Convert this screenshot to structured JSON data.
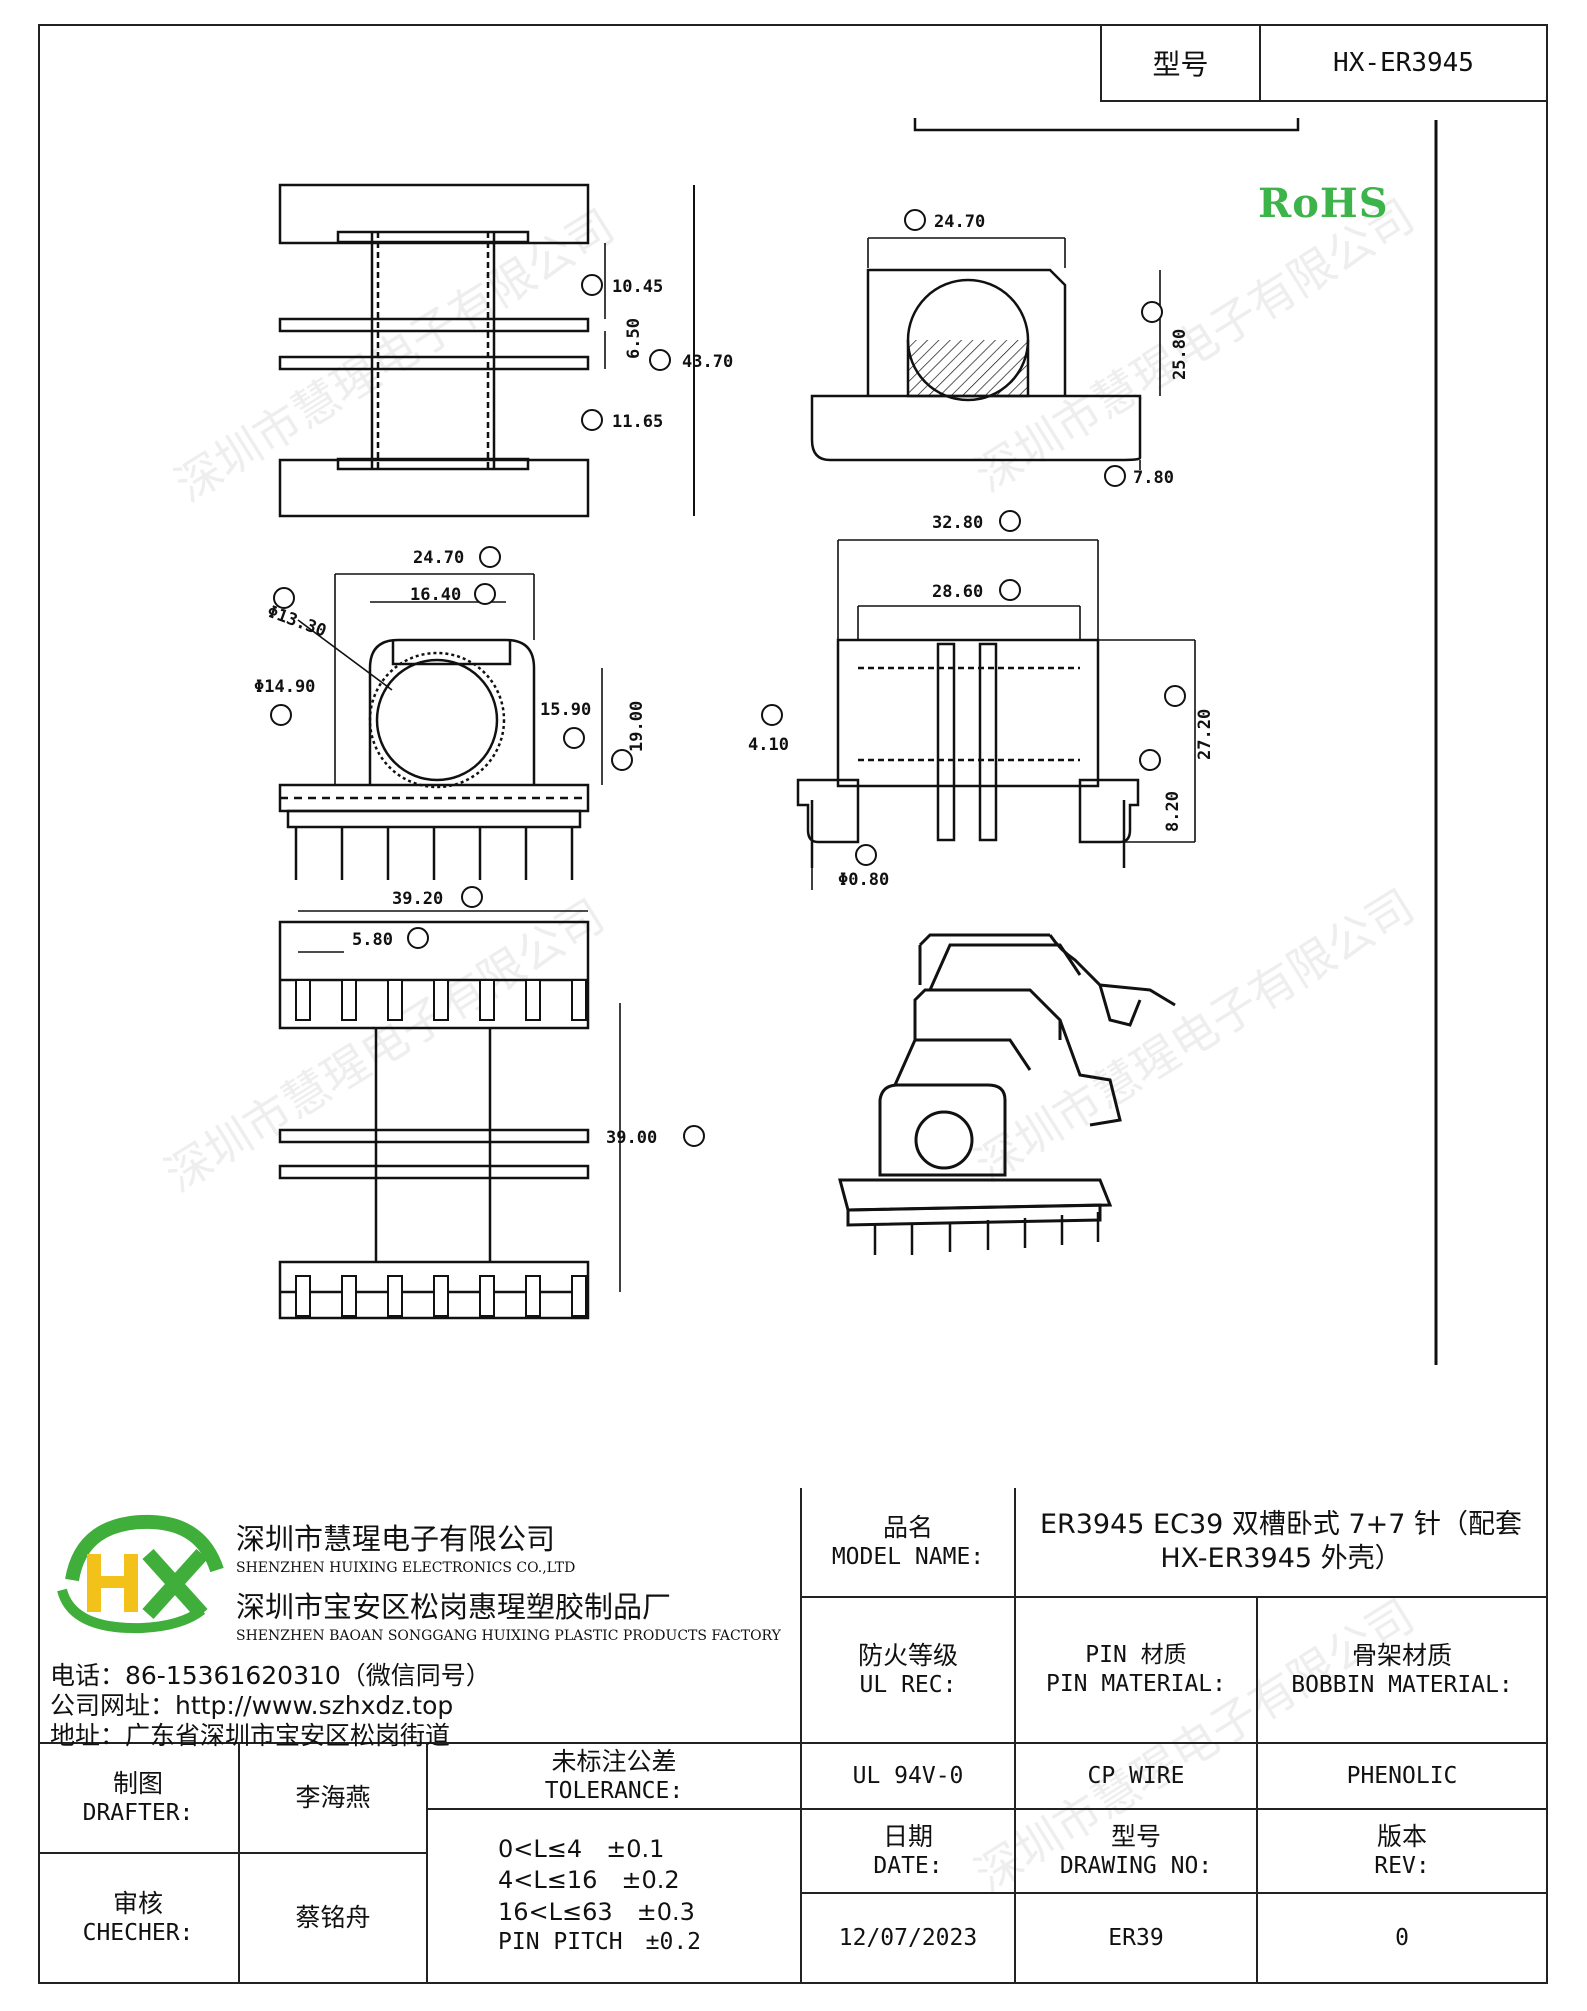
{
  "header": {
    "model_label": "型号",
    "model_value": "HX-ER3945"
  },
  "rohs": "RoHS",
  "watermark": "深圳市慧瑆电子有限公司",
  "dimensions": {
    "a": "10.45",
    "b": "6.50",
    "d": "43.70",
    "c": "11.65",
    "e": "24.70",
    "f": "25.80",
    "g": "7.80",
    "j": "24.70",
    "k": "16.40",
    "h_dia": "Φ13.30",
    "i_dia": "Φ14.90",
    "l": "15.90",
    "m": "19.00",
    "p": "32.80",
    "r": "28.60",
    "n": "4.10",
    "t": "27.20",
    "s": "8.20",
    "u_dia": "Φ0.80",
    "w": "39.20",
    "v": "5.80",
    "y": "39.00"
  },
  "company": {
    "name_cn": "深圳市慧瑆电子有限公司",
    "name_en": "SHENZHEN HUIXING ELECTRONICS CO.,LTD",
    "factory_cn": "深圳市宝安区松岗惠瑆塑胶制品厂",
    "factory_en": "SHENZHEN BAOAN SONGGANG HUIXING PLASTIC PRODUCTS FACTORY",
    "phone": "电话：86-15361620310（微信同号）",
    "website": "公司网址：http://www.szhxdz.top",
    "address": "地址：广东省深圳市宝安区松岗街道"
  },
  "title_block": {
    "model_name_cn": "品名",
    "model_name_en": "MODEL NAME:",
    "model_name_value_1": "ER3945 EC39 双槽卧式 7+7 针（配套",
    "model_name_value_2": "HX-ER3945 外壳）",
    "fire_cn": "防火等级",
    "fire_en": "UL REC:",
    "pin_cn": "PIN 材质",
    "pin_en": "PIN MATERIAL:",
    "bobbin_cn": "骨架材质",
    "bobbin_en": "BOBBIN MATERIAL:",
    "fire_value": "UL 94V-0",
    "pin_value": "CP WIRE",
    "bobbin_value": "PHENOLIC",
    "drafter_cn": "制图",
    "drafter_en": "DRAFTER:",
    "drafter_name": "李海燕",
    "checker_cn": "审核",
    "checker_en": "CHECHER:",
    "checker_name": "蔡铭舟",
    "tolerance_cn": "未标注公差",
    "tolerance_en": "TOLERANCE:",
    "tolerance_lines": [
      "0<L≤4　±0.1",
      "4<L≤16　±0.2",
      "16<L≤63　±0.3",
      "PIN PITCH　±0.2"
    ],
    "date_cn": "日期",
    "date_en": "DATE:",
    "date_value": "12/07/2023",
    "drawing_cn": "型号",
    "drawing_en": "DRAWING NO:",
    "drawing_value": "ER39",
    "rev_cn": "版本",
    "rev_en": "REV:",
    "rev_value": "0"
  },
  "colors": {
    "logo_green": "#3fae3a",
    "logo_yellow": "#f2c21a",
    "rohs_green": "#3cb44a"
  }
}
